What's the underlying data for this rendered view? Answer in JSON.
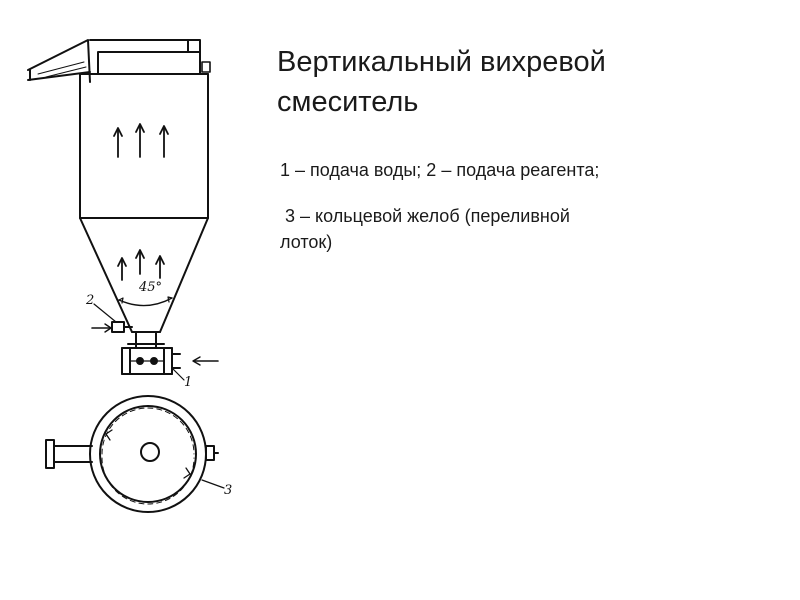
{
  "slide": {
    "title_lines": [
      "Вертикальный вихревой",
      "смеситель"
    ],
    "legend_line_1": "1 – подача воды; 2 – подача реагента;",
    "legend_line_2a": " 3 – кольцевой желоб (переливной",
    "legend_line_2b": "лоток)"
  },
  "figure": {
    "angle_label": "45°",
    "callout_1": "1",
    "callout_2": "2",
    "callout_3": "3"
  }
}
